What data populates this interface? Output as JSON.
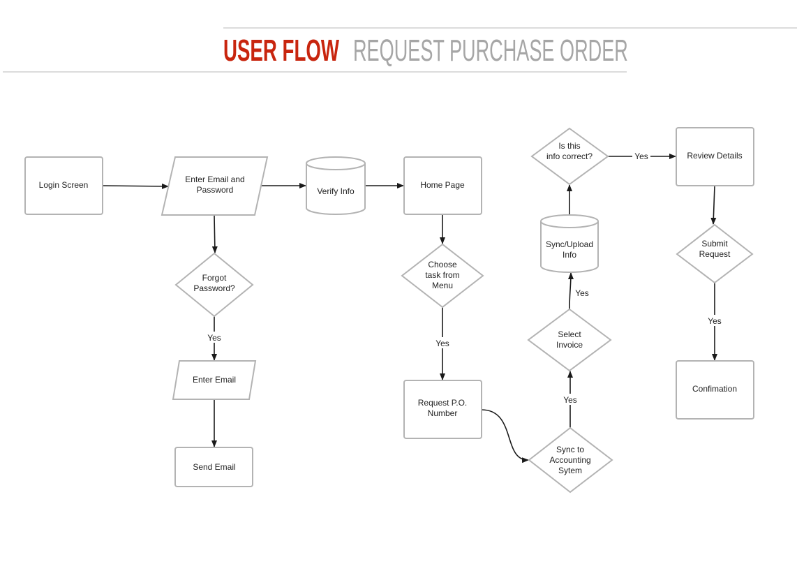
{
  "header": {
    "title_bold": "USER FLOW",
    "title_light": "REQUEST PURCHASE ORDER",
    "accent_color": "#c8250e",
    "light_color": "#a6a6a6"
  },
  "nodes": {
    "login": [
      "Login Screen"
    ],
    "enter_email_password": [
      "Enter Email and",
      "Password"
    ],
    "verify_info": [
      "Verify Info"
    ],
    "home_page": [
      "Home Page"
    ],
    "forgot_password": [
      "Forgot",
      "Password?"
    ],
    "enter_email": [
      "Enter Email"
    ],
    "send_email": [
      "Send Email"
    ],
    "choose_task": [
      "Choose",
      "task from",
      "Menu"
    ],
    "request_po": [
      "Request P.O.",
      "Number"
    ],
    "sync_accounting": [
      "Sync to",
      "Accounting",
      "Sytem"
    ],
    "select_invoice": [
      "Select",
      "Invoice"
    ],
    "sync_upload": [
      "Sync/Upload",
      "Info"
    ],
    "info_correct": [
      "Is this",
      "info correct?"
    ],
    "review_details": [
      "Review Details"
    ],
    "submit_request": [
      "Submit",
      "Request"
    ],
    "confirmation": [
      "Confimation"
    ]
  },
  "edge_labels": {
    "forgot_yes": "Yes",
    "choose_yes": "Yes",
    "sync_yes": "Yes",
    "invoice_yes": "Yes",
    "correct_yes": "Yes",
    "submit_yes": "Yes"
  }
}
